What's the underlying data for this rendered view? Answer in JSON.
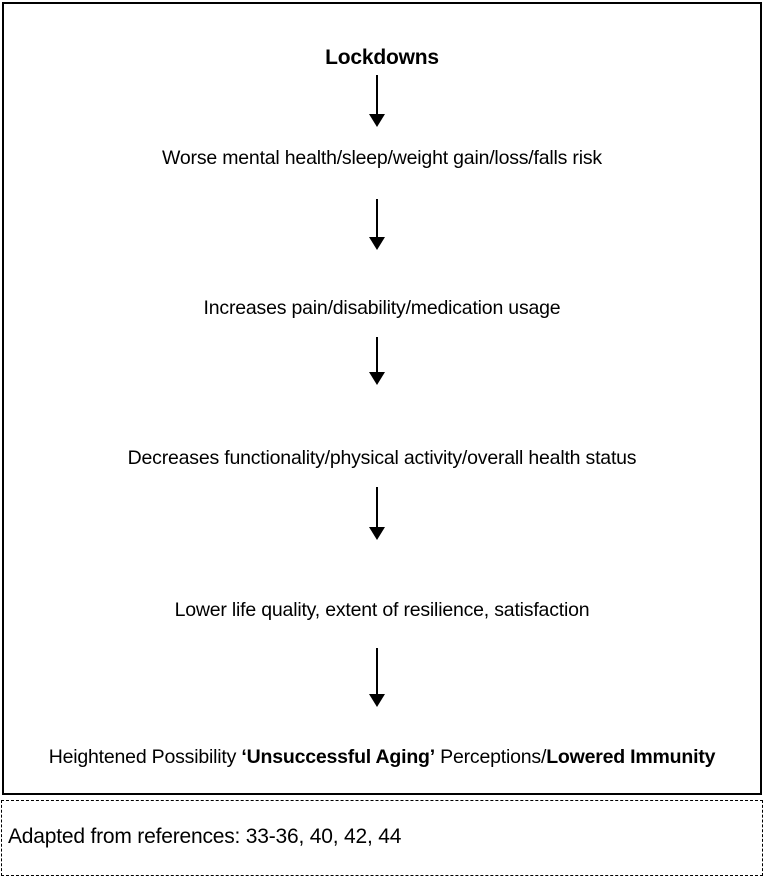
{
  "figure": {
    "title": "Lockdowns",
    "steps": [
      "Worse mental health/sleep/weight gain/loss/falls risk",
      "Increases pain/disability/medication usage",
      "Decreases functionality/physical activity/overall health status",
      "Lower life quality, extent of resilience, satisfaction"
    ],
    "outcome": {
      "prefix": "Heightened Possibility ",
      "bold_aging": "‘Unsuccessful Aging’",
      "middle": " Perceptions/",
      "bold_immunity": "Lowered Immunity"
    },
    "caption": "Adapted from references: 33-36, 40, 42, 44"
  },
  "icons": {
    "flow_arrow": "down-arrow"
  },
  "colors": {
    "text": "#000000",
    "border": "#000000",
    "background": "#ffffff"
  }
}
